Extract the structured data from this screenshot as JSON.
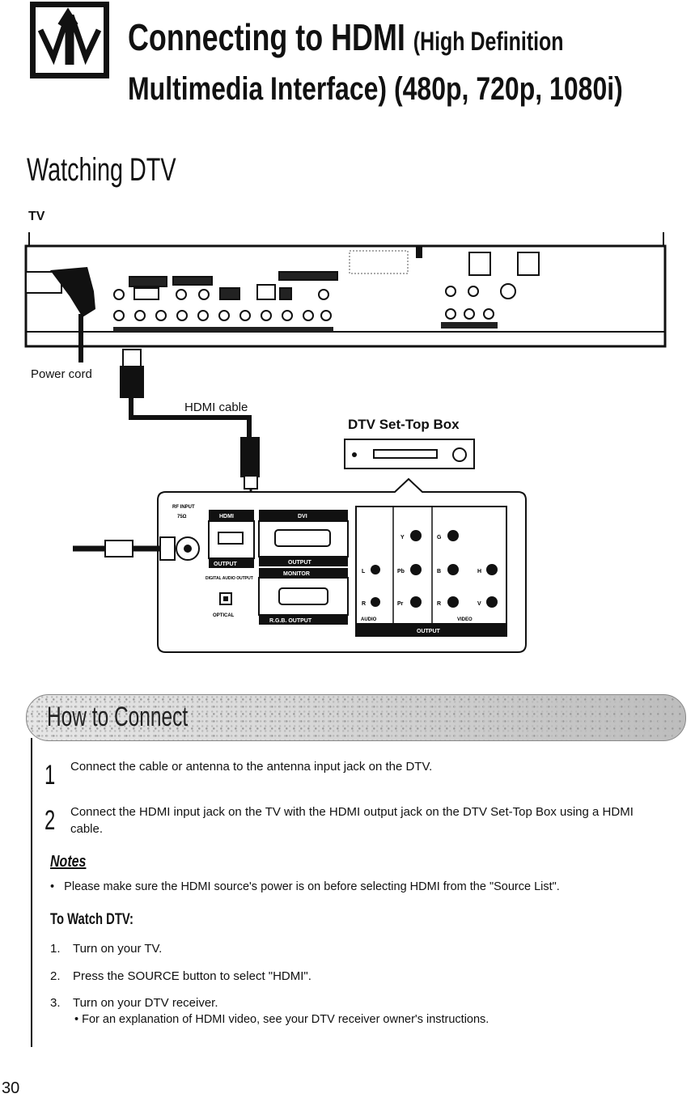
{
  "header": {
    "logo_icon": "hdmi-connect-arrows-icon",
    "title_line1_main": "Connecting to HDMI",
    "title_line1_paren": "(High Definition",
    "title_line2": "Multimedia Interface) (480p, 720p, 1080i)"
  },
  "section": {
    "heading": "Watching DTV",
    "tv_label": "TV"
  },
  "diagram": {
    "power_cord_label": "Power cord",
    "hdmi_cable_label": "HDMI cable",
    "stb_label": "DTV Set-Top Box",
    "stb_panel": {
      "rf_input": "RF INPUT",
      "rf_ohm": "75Ω",
      "hdmi": "HDMI",
      "output": "OUTPUT",
      "dvi": "DVI",
      "dvi_output": "OUTPUT",
      "monitor": "MONITOR",
      "rgb_output": "R.G.B. OUTPUT",
      "digital_audio_out": "DIGITAL AUDIO OUTPUT",
      "optical": "OPTICAL",
      "audio_l": "L",
      "audio_r": "R",
      "audio": "AUDIO",
      "comp_y": "Y",
      "comp_pb": "Pb",
      "comp_pr": "Pr",
      "rgb_g": "G",
      "rgb_b": "B",
      "rgb_r": "R",
      "sync_h": "H",
      "sync_v": "V",
      "video": "VIDEO",
      "output_all": "OUTPUT"
    }
  },
  "how_to_connect": {
    "title": "How to Connect",
    "steps": [
      {
        "num": "1",
        "text": "Connect the cable or antenna to the antenna input jack on the DTV."
      },
      {
        "num": "2",
        "text": "Connect the HDMI input jack on the TV with the HDMI output jack on the DTV Set-Top Box using a HDMI cable."
      }
    ]
  },
  "notes": {
    "heading": "Notes",
    "items": [
      "Please make sure the HDMI source's power is on before selecting HDMI from the \"Source List\"."
    ]
  },
  "watch": {
    "heading": "To Watch DTV:",
    "items": [
      {
        "num": "1.",
        "text": "Turn on your TV."
      },
      {
        "num": "2.",
        "text": "Press the SOURCE button to select \"HDMI\"."
      },
      {
        "num": "3.",
        "text": "Turn on your DTV receiver."
      }
    ],
    "sub_item": "• For an explanation of HDMI video, see your DTV receiver owner's instructions."
  },
  "page_number": "30"
}
